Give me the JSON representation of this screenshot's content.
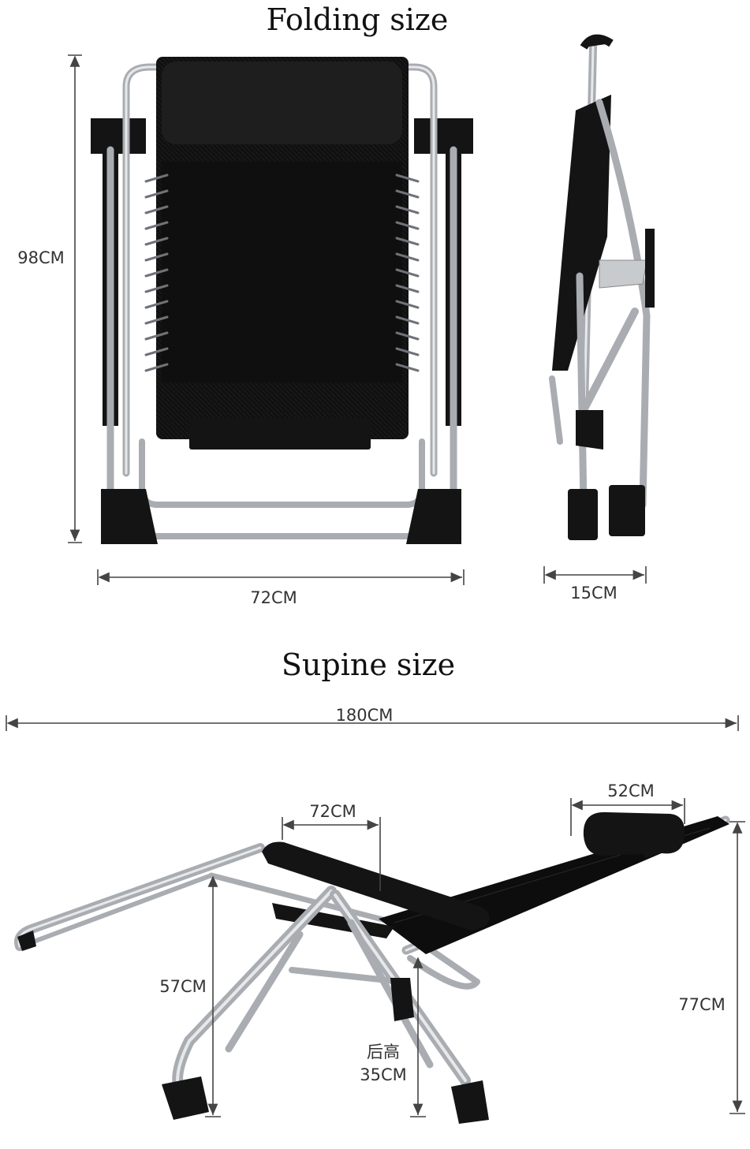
{
  "titles": {
    "folding": "Folding size",
    "supine": "Supine size"
  },
  "dimensions": {
    "folded_height": "98CM",
    "folded_width": "72CM",
    "folded_depth": "15CM",
    "total_length": "180CM",
    "headrest_length": "52CM",
    "armrest_width": "72CM",
    "seat_height": "57CM",
    "back_height_label": "后高",
    "back_height": "35CM",
    "head_height": "77CM"
  },
  "colors": {
    "frame": "#a9adb2",
    "fabric": "#141414",
    "dimension_line": "#444444"
  }
}
